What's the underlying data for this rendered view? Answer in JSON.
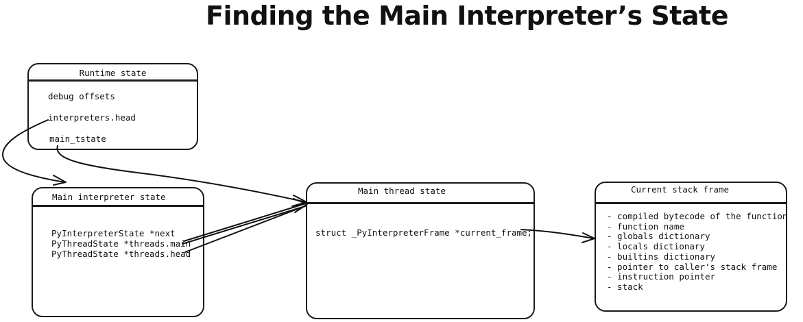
{
  "title": "Finding the Main Interpreter’s State",
  "runtime": {
    "header": "Runtime state",
    "fields": [
      "debug offsets",
      "interpreters.head",
      "main_tstate"
    ]
  },
  "interp": {
    "header": "Main interpreter state",
    "fields": [
      "PyInterpreterState *next",
      "PyThreadState *threads.main",
      "PyThreadState *threads.head"
    ]
  },
  "thread": {
    "header": "Main thread state",
    "fields": [
      "struct _PyInterpreterFrame *current_frame;"
    ]
  },
  "frame": {
    "header": "Current stack frame",
    "items": [
      "- compiled bytecode of the function",
      "- function name",
      "- globals dictionary",
      "- locals dictionary",
      "- builtins dictionary",
      "- pointer to caller's stack frame",
      "- instruction pointer",
      "- stack"
    ]
  }
}
